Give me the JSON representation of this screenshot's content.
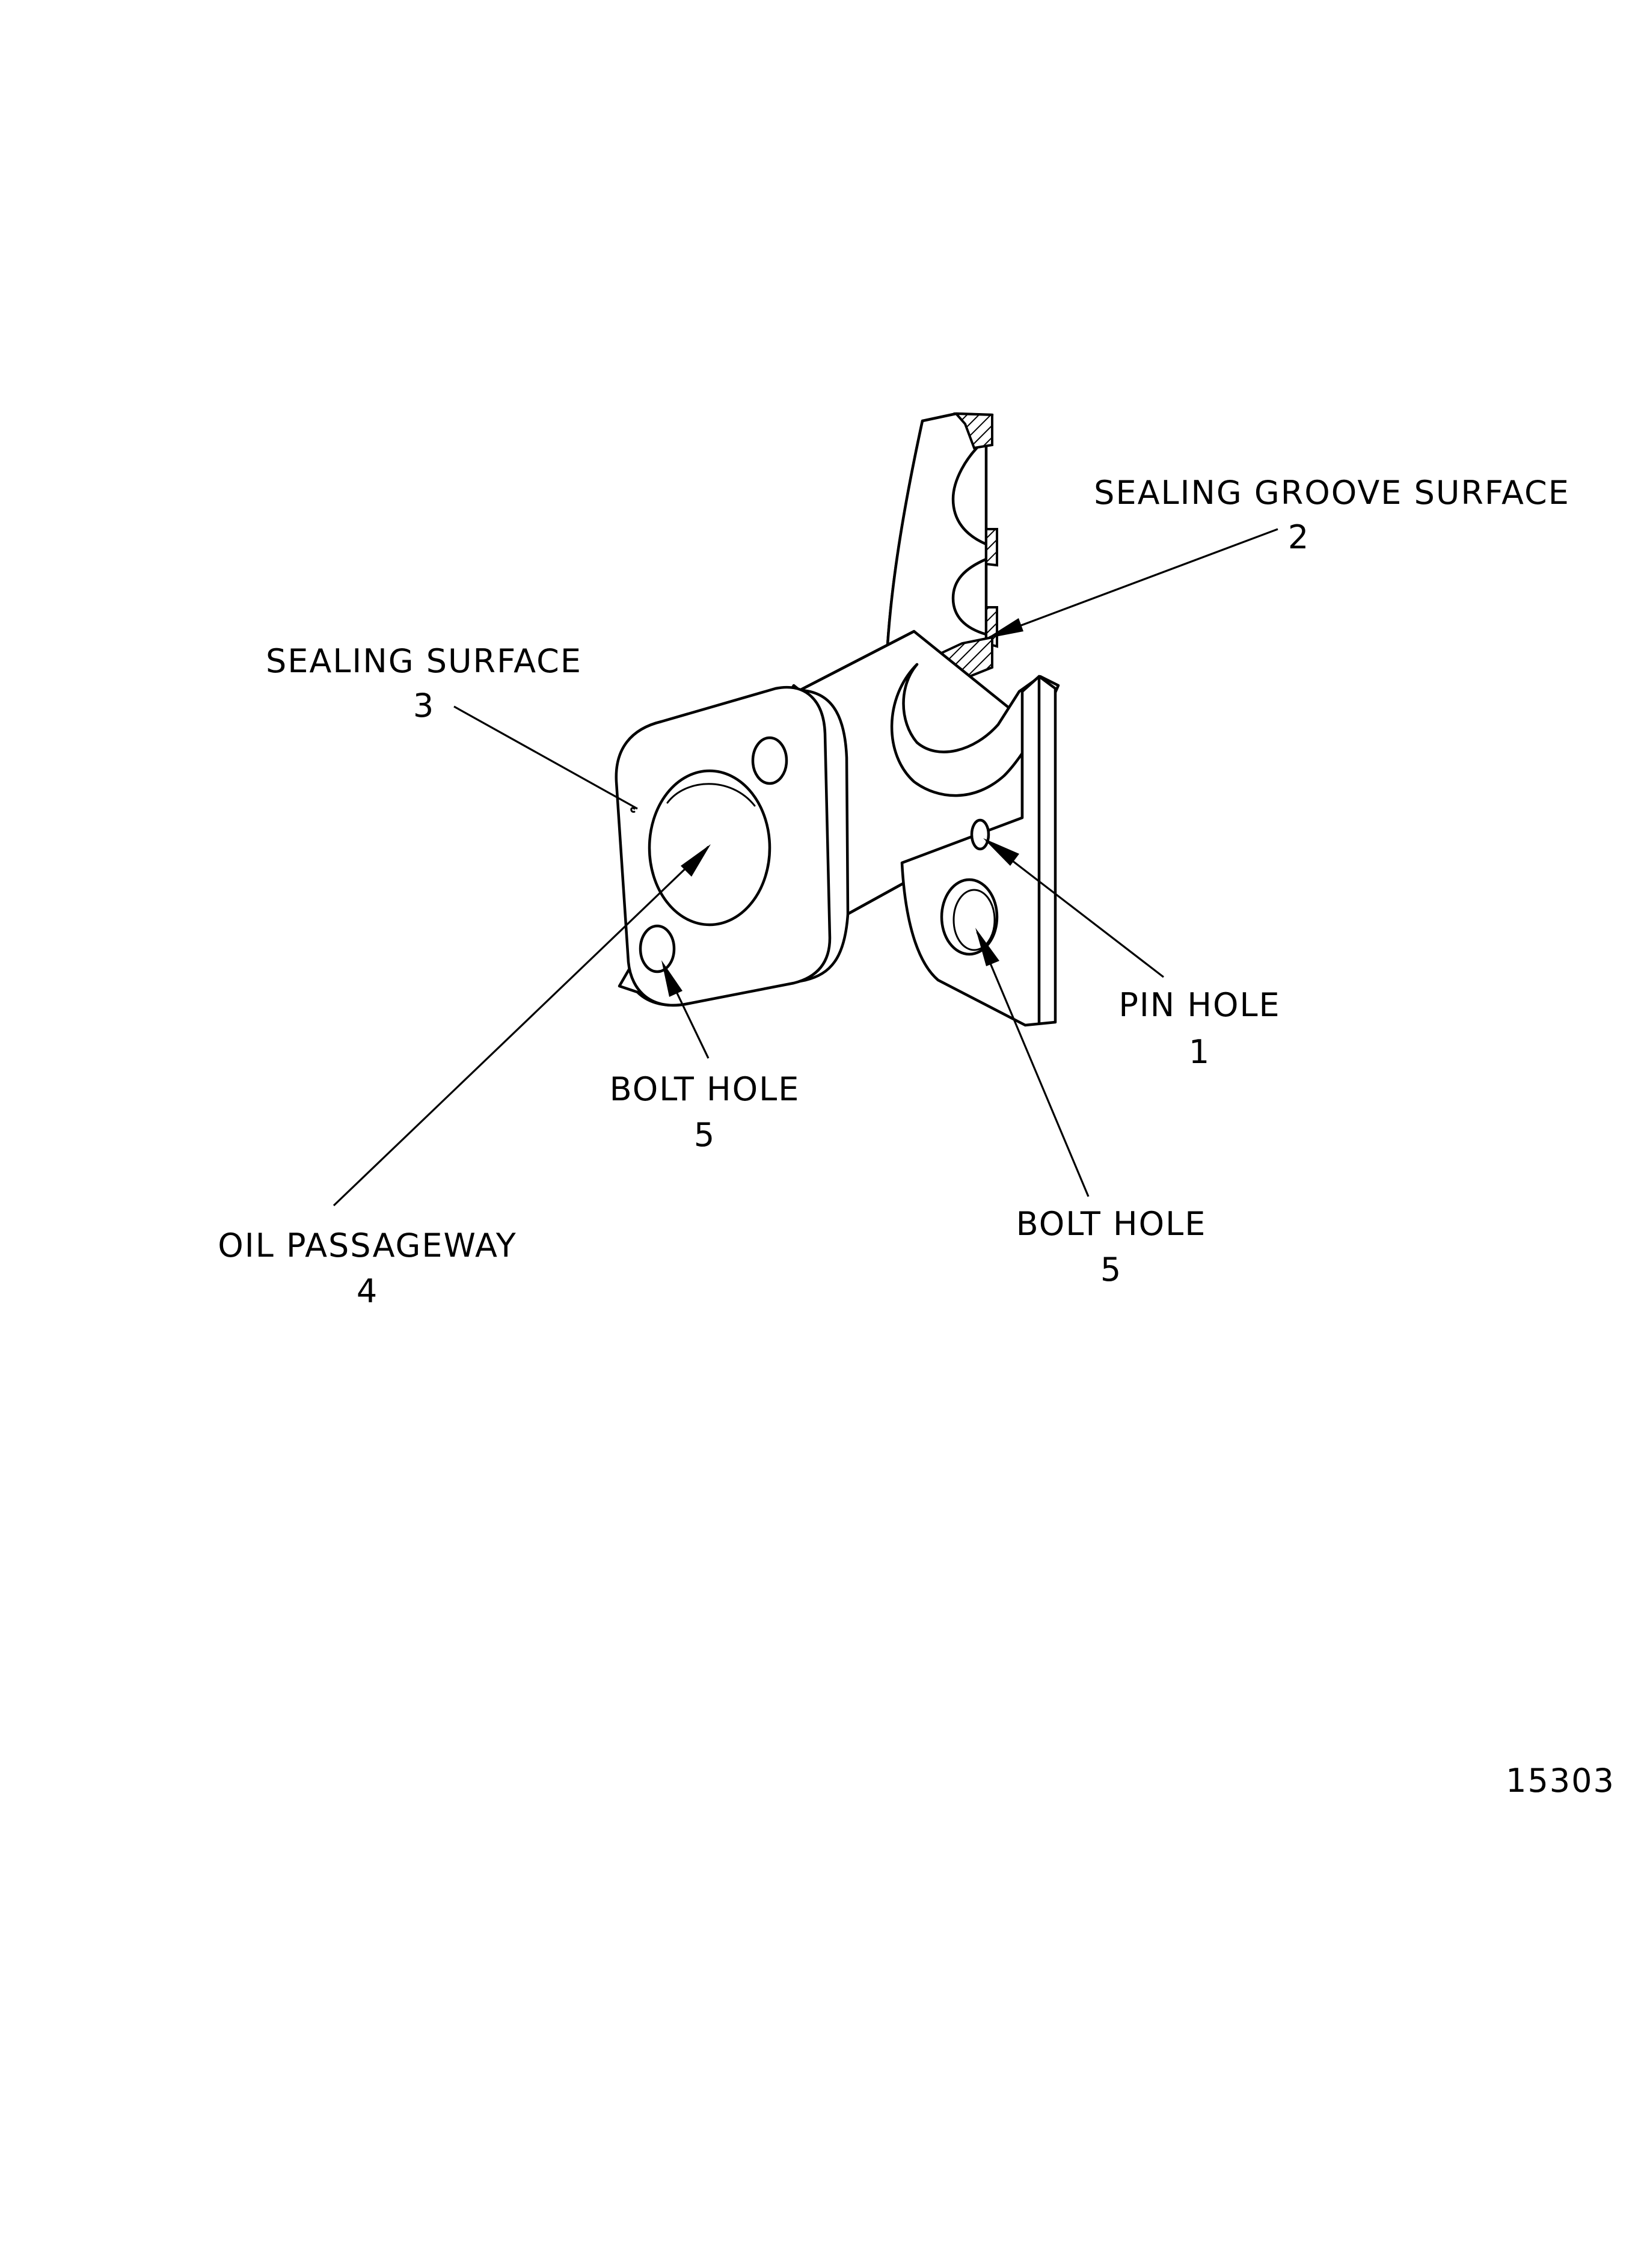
{
  "callouts": [
    {
      "id": "sealing-groove-surface",
      "name": "SEALING  GROOVE  SURFACE",
      "number": "2"
    },
    {
      "id": "sealing-surface",
      "name": "SEALING  SURFACE",
      "number": "3"
    },
    {
      "id": "pin-hole",
      "name": "PIN  HOLE",
      "number": "1"
    },
    {
      "id": "bolt-hole-left",
      "name": "BOLT  HOLE",
      "number": "5"
    },
    {
      "id": "bolt-hole-right",
      "name": "BOLT  HOLE",
      "number": "5"
    },
    {
      "id": "oil-passageway",
      "name": "OIL  PASSAGEWAY",
      "number": "4"
    }
  ],
  "figure_number": "15303"
}
